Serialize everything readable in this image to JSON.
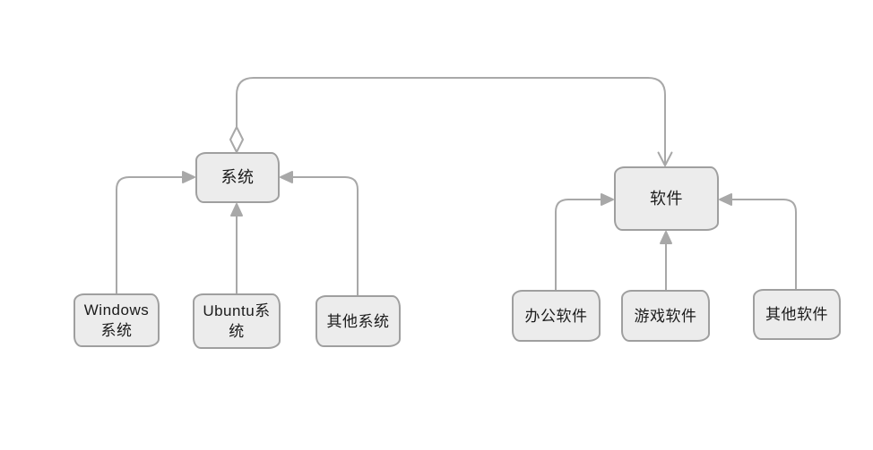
{
  "diagram": {
    "type": "hand-drawn hierarchy diagram",
    "background_color": "#ffffff",
    "node_fill_color": "#ececec",
    "node_stroke_color": "#9f9f9f",
    "edge_color": "#a8a8a8",
    "text_color": "#1b1b1b",
    "nodes": [
      {
        "id": "system",
        "label": "系统",
        "line1": "系统"
      },
      {
        "id": "software",
        "label": "软件",
        "line1": "软件"
      },
      {
        "id": "windows",
        "label": "Windows 系统",
        "line1": "Windows",
        "line2": "系统"
      },
      {
        "id": "ubuntu",
        "label": "Ubuntu系统",
        "line1": "Ubuntu系",
        "line2": "统"
      },
      {
        "id": "other-system",
        "label": "其他系统",
        "line1": "其他系统"
      },
      {
        "id": "office",
        "label": "办公软件",
        "line1": "办公软件"
      },
      {
        "id": "game",
        "label": "游戏软件",
        "line1": "游戏软件"
      },
      {
        "id": "other-software",
        "label": "其他软件",
        "line1": "其他软件"
      }
    ],
    "edges": [
      {
        "from": "system",
        "to": "software",
        "type": "aggregation-arrow",
        "note": "open diamond at system top, arrow into software top"
      },
      {
        "from": "windows",
        "to": "system",
        "type": "arrow",
        "enters": "left side"
      },
      {
        "from": "ubuntu",
        "to": "system",
        "type": "arrow",
        "enters": "bottom"
      },
      {
        "from": "other-system",
        "to": "system",
        "type": "arrow",
        "enters": "right side"
      },
      {
        "from": "office",
        "to": "software",
        "type": "arrow",
        "enters": "left side"
      },
      {
        "from": "game",
        "to": "software",
        "type": "arrow",
        "enters": "bottom"
      },
      {
        "from": "other-software",
        "to": "software",
        "type": "arrow",
        "enters": "right side"
      }
    ]
  }
}
